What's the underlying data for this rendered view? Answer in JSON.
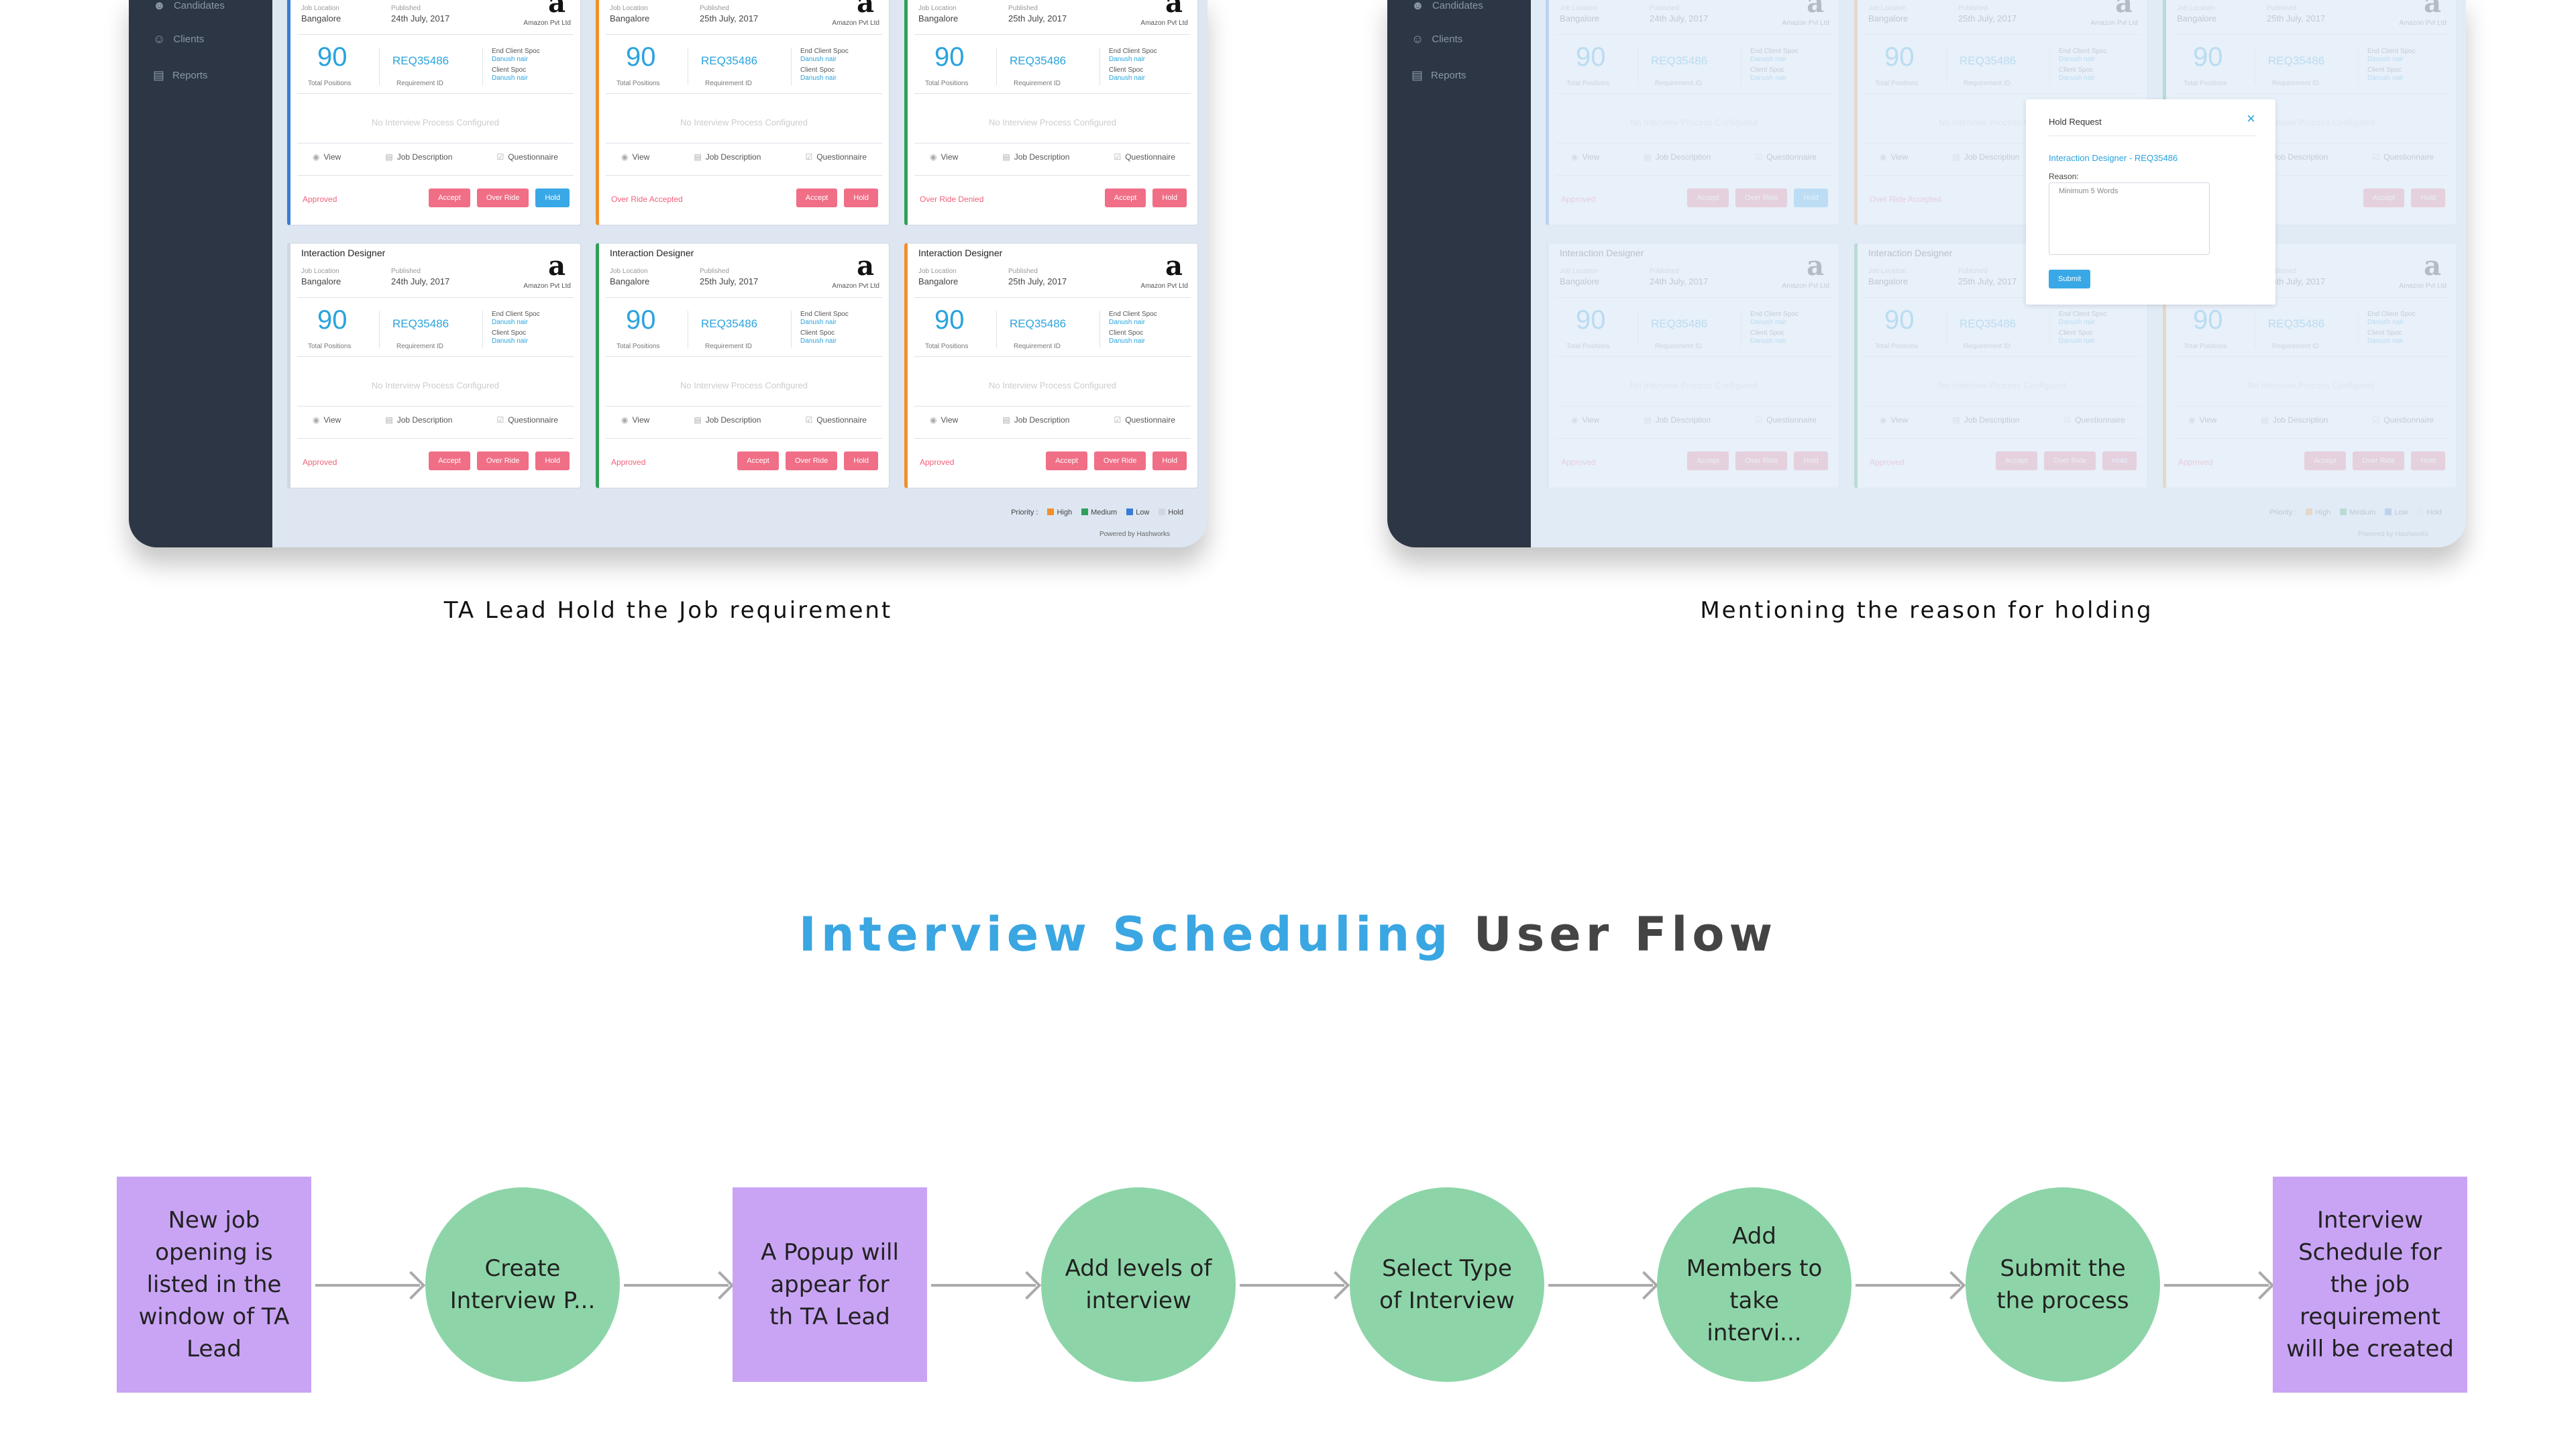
{
  "sidebar": {
    "items": [
      "Candidates",
      "Clients",
      "Reports"
    ]
  },
  "cards": [
    {
      "title": "Interaction Designer",
      "location_label": "Job Location",
      "location": "Bangalore",
      "published_label": "Published",
      "published": "24th July, 2017",
      "company": "Amazon Pvt Ltd",
      "positions": "90",
      "positions_label": "Total Positions",
      "req_id": "REQ35486",
      "req_label": "Requirement ID",
      "end_client_label": "End Client Spoc",
      "end_client": "Danush nair",
      "client_label": "Client Spoc",
      "client": "Danush nair",
      "no_interview": "No Interview Process Configured",
      "links": [
        "View",
        "Job Description",
        "Questionnaire"
      ],
      "status": "Approved",
      "buttons": [
        "Accept",
        "Over Ride",
        "Hold"
      ],
      "border": "#3a7bd5"
    },
    {
      "title": "Interaction Designer",
      "location_label": "Job Location",
      "location": "Bangalore",
      "published_label": "Published",
      "published": "25th July, 2017",
      "company": "Amazon Pvt Ltd",
      "positions": "90",
      "positions_label": "Total Positions",
      "req_id": "REQ35486",
      "req_label": "Requirement ID",
      "end_client_label": "End Client Spoc",
      "end_client": "Danush nair",
      "client_label": "Client Spoc",
      "client": "Danush nair",
      "no_interview": "No Interview Process Configured",
      "links": [
        "View",
        "Job Description",
        "Questionnaire"
      ],
      "status": "Over Ride Accepted",
      "buttons": [
        "Accept",
        "Hold"
      ],
      "border": "#f0902a"
    },
    {
      "title": "Interaction Designer",
      "location_label": "Job Location",
      "location": "Bangalore",
      "published_label": "Published",
      "published": "25th July, 2017",
      "company": "Amazon Pvt Ltd",
      "positions": "90",
      "positions_label": "Total Positions",
      "req_id": "REQ35486",
      "req_label": "Requirement ID",
      "end_client_label": "End Client Spoc",
      "end_client": "Danush nair",
      "client_label": "Client Spoc",
      "client": "Danush nair",
      "no_interview": "No Interview Process Configured",
      "links": [
        "View",
        "Job Description",
        "Questionnaire"
      ],
      "status": "Over Ride Denied",
      "buttons": [
        "Accept",
        "Hold"
      ],
      "border": "#2fa05a"
    },
    {
      "title": "Interaction Designer",
      "location_label": "Job Location",
      "location": "Bangalore",
      "published_label": "Published",
      "published": "24th July, 2017",
      "company": "Amazon Pvt Ltd",
      "positions": "90",
      "positions_label": "Total Positions",
      "req_id": "REQ35486",
      "req_label": "Requirement ID",
      "end_client_label": "End Client Spoc",
      "end_client": "Danush nair",
      "client_label": "Client Spoc",
      "client": "Danush nair",
      "no_interview": "No Interview Process Configured",
      "links": [
        "View",
        "Job Description",
        "Questionnaire"
      ],
      "status": "Approved",
      "buttons": [
        "Accept",
        "Over Ride",
        "Hold"
      ],
      "border": "#cfd7e2"
    },
    {
      "title": "Interaction Designer",
      "location_label": "Job Location",
      "location": "Bangalore",
      "published_label": "Published",
      "published": "25th July, 2017",
      "company": "Amazon Pvt Ltd",
      "positions": "90",
      "positions_label": "Total Positions",
      "req_id": "REQ35486",
      "req_label": "Requirement ID",
      "end_client_label": "End Client Spoc",
      "end_client": "Danush nair",
      "client_label": "Client Spoc",
      "client": "Danush nair",
      "no_interview": "No Interview Process Configured",
      "links": [
        "View",
        "Job Description",
        "Questionnaire"
      ],
      "status": "Approved",
      "buttons": [
        "Accept",
        "Over Ride",
        "Hold"
      ],
      "border": "#2fa05a"
    },
    {
      "title": "Interaction Designer",
      "location_label": "Job Location",
      "location": "Bangalore",
      "published_label": "Published",
      "published": "25th July, 2017",
      "company": "Amazon Pvt Ltd",
      "positions": "90",
      "positions_label": "Total Positions",
      "req_id": "REQ35486",
      "req_label": "Requirement ID",
      "end_client_label": "End Client Spoc",
      "end_client": "Danush nair",
      "client_label": "Client Spoc",
      "client": "Danush nair",
      "no_interview": "No Interview Process Configured",
      "links": [
        "View",
        "Job Description",
        "Questionnaire"
      ],
      "status": "Approved",
      "buttons": [
        "Accept",
        "Over Ride",
        "Hold"
      ],
      "border": "#f0902a"
    }
  ],
  "priority": {
    "label": "Priority :",
    "items": [
      {
        "name": "High",
        "color": "#f0902a"
      },
      {
        "name": "Medium",
        "color": "#2fa05a"
      },
      {
        "name": "Low",
        "color": "#3a7bd5"
      },
      {
        "name": "Hold",
        "color": "#cfd7e2"
      }
    ]
  },
  "powered_by": "Powered by Hashworks",
  "hold_popup": {
    "title": "Hold Request",
    "close": "×",
    "job": "Interaction Designer - REQ35486",
    "reason_label": "Reason:",
    "placeholder": "Minimum 5 Words",
    "submit": "Submit"
  },
  "captions": [
    "TA Lead Hold the Job requirement",
    "Mentioning the reason for holding"
  ],
  "flow": {
    "heading_highlight": "Interview Scheduling",
    "heading_rest": " User Flow",
    "steps": [
      "New job opening is listed in the window of TA Lead",
      "Create Interview P...",
      "A Popup will appear for th TA Lead",
      "Add levels of interview",
      "Select Type of Interview",
      "Add Members to take intervi...",
      "Submit the the process",
      "Interview Schedule for the job requirement will be created"
    ]
  },
  "colors": {
    "accent": "#3aa6e2",
    "sidebar": "#2c3644",
    "flow_rect": "#c9a4f5",
    "flow_circle": "#8dd5a8"
  }
}
